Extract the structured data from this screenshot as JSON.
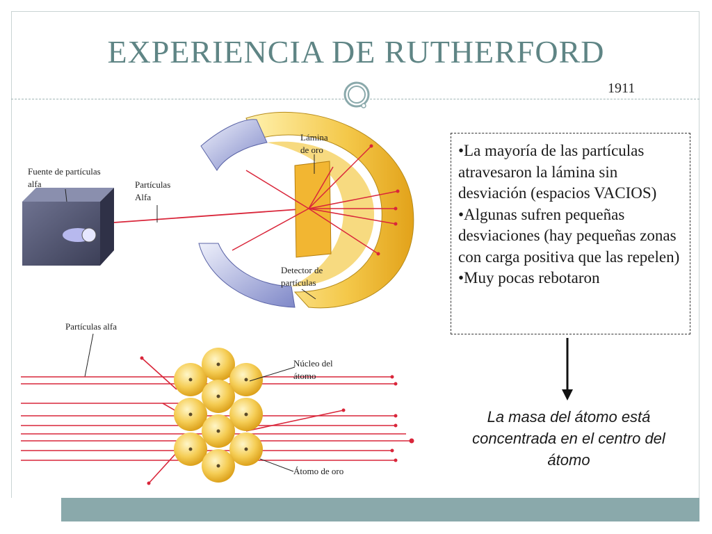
{
  "slide": {
    "title": "EXPERIENCIA DE RUTHERFORD",
    "year": "1911"
  },
  "diagram_labels": {
    "gold_foil_line1": "Lámina",
    "gold_foil_line2": "de oro",
    "source_line1": "Fuente de partículas",
    "source_line2": "alfa",
    "alpha_line1": "Partículas",
    "alpha_line2": "Alfa",
    "detector_line1": "Detector de",
    "detector_line2": "partículas",
    "alpha_particles": "Partículas alfa",
    "nucleus_line1": "Núcleo del",
    "nucleus_line2": "átomo",
    "gold_atom": "Átomo de oro"
  },
  "observations": [
    "•La mayoría de las partículas atravesaron la lámina sin desviación (espacios VACIOS)",
    "•Algunas sufren pequeñas desviaciones (hay pequeñas zonas con carga positiva que las repelen)",
    "•Muy pocas rebotaron"
  ],
  "conclusion": "La masa del átomo está concentrada en el centro del átomo",
  "colors": {
    "title": "#5f8585",
    "accent_bar": "#8aa9ab",
    "detector_gold": "#f1c232",
    "detector_blue": "#9aa3d8",
    "ray": "#d9263a",
    "atom_gold": "#f2c84b"
  }
}
